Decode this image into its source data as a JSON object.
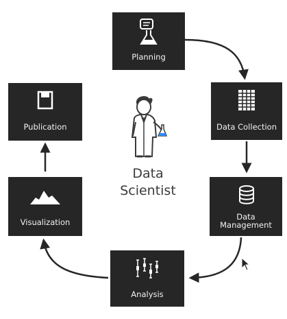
{
  "diagram": {
    "center": {
      "line1": "Data",
      "line2": "Scientist"
    },
    "nodes": {
      "planning": {
        "label": "Planning",
        "icon": "flask-clipboard-icon"
      },
      "data_collection": {
        "label": "Data Collection",
        "icon": "spreadsheet-icon"
      },
      "data_management": {
        "label_line1": "Data",
        "label_line2": "Management",
        "icon": "database-icon"
      },
      "analysis": {
        "label": "Analysis",
        "icon": "error-bars-icon"
      },
      "visualization": {
        "label": "Visualization",
        "icon": "mountain-chart-icon"
      },
      "publication": {
        "label": "Publication",
        "icon": "document-icon"
      }
    },
    "colors": {
      "box": "#262626",
      "text_on_box": "#f2f2f2",
      "arrow": "#262626",
      "center_text": "#3a3a3a"
    }
  }
}
